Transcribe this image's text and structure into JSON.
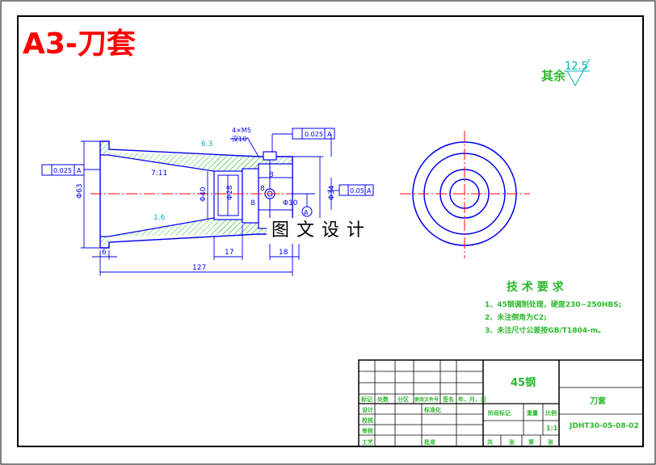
{
  "title": "A3-刀套",
  "watermark": "图 文 设 计",
  "surface_finish": {
    "label": "其余",
    "value": "12.5"
  },
  "callouts": {
    "position_tol": "0.025",
    "datum": "A",
    "perp_tol": "0.025",
    "runout_tol": "0.05",
    "taper_angle": "7:11",
    "hole_note": "4×M5",
    "hole_sub": "深10"
  },
  "dimensions": {
    "overall_length": "127",
    "flange_thickness": "6",
    "bore_depth": "17",
    "slot_width": "18",
    "dia_left": "Φ63",
    "dia_bore": "Φ40",
    "dia_inner": "Φ28",
    "dia_right": "Φ34",
    "small_1": "8",
    "small_2": "8",
    "small_3": "Φ10",
    "small_4": "8",
    "roughness_a": "6.3",
    "roughness_b": "1.6"
  },
  "tech_req": {
    "heading": "技 术 要 求",
    "items": [
      "1、45钢调制处理，硬度230~250HBS;",
      "2、未注倒角为C2;",
      "3、未注尺寸公差按GB/T1804-m。"
    ]
  },
  "title_block": {
    "material": "45钢",
    "part_name": "刀套",
    "drawing_no": "JDHT30-05-08-02",
    "scale": "1:1",
    "header_labels": [
      "标记",
      "处数",
      "分区",
      "更改文件号",
      "签名",
      "年、月、日"
    ],
    "row_labels": [
      "设计",
      "校核",
      "审核",
      "工艺"
    ],
    "mid_labels": [
      "标准化",
      "批准"
    ],
    "right_labels": [
      "阶段标记",
      "重量",
      "比例"
    ],
    "sheet_labels": [
      "共",
      "张",
      "第",
      "张"
    ]
  },
  "colors": {
    "frame": "#000000",
    "outline": "#0000ee",
    "hatch": "#2db82d",
    "center": "#ff0000",
    "dim": "#0000ee",
    "cyan": "#00b3b3",
    "title_red": "#ff0000",
    "note_green": "#2db82d"
  }
}
